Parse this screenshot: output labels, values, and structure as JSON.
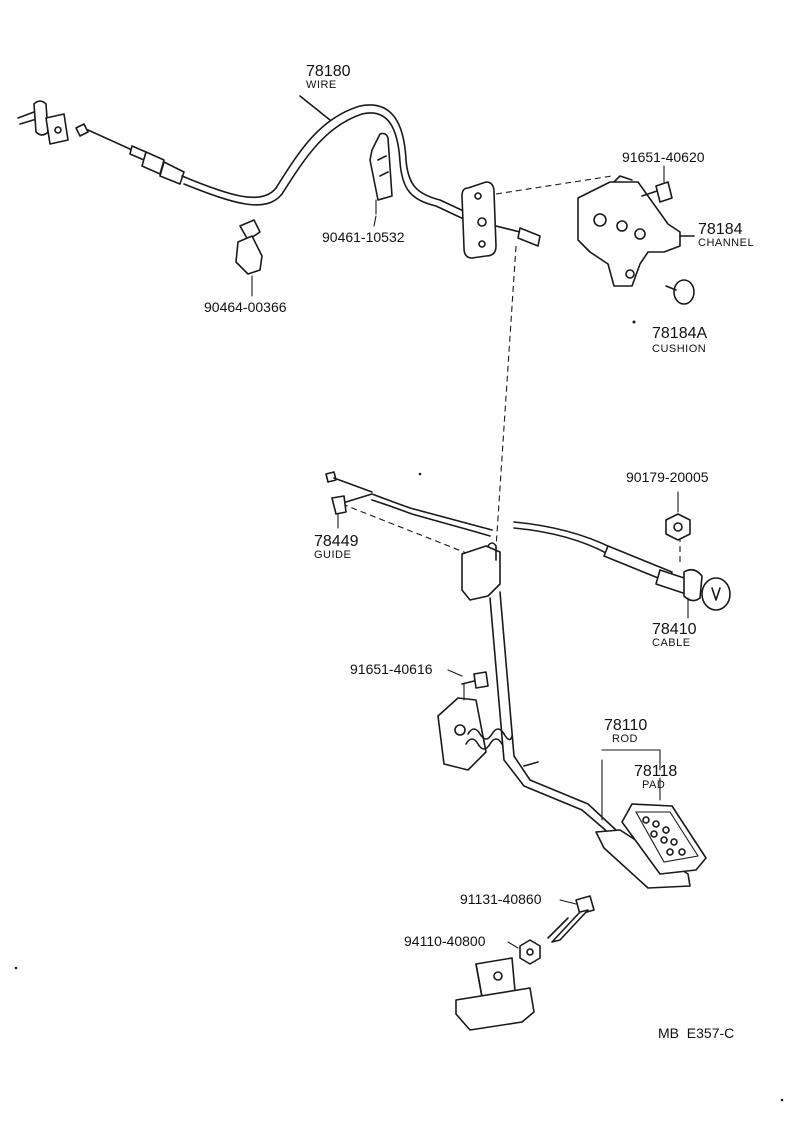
{
  "parts": {
    "wire": {
      "number": "78180",
      "name": "WIRE"
    },
    "clamp_a": {
      "number": "90461-10532"
    },
    "clamp_b": {
      "number": "90464-00366"
    },
    "bolt_channel": {
      "number": "91651-40620"
    },
    "channel": {
      "number": "78184",
      "name": "CHANNEL"
    },
    "cushion": {
      "number": "78184A",
      "name": "CUSHION"
    },
    "nut_cable": {
      "number": "90179-20005"
    },
    "guide": {
      "number": "78449",
      "name": "GUIDE"
    },
    "cable": {
      "number": "78410",
      "name": "CABLE"
    },
    "bolt_bracket": {
      "number": "91651-40616"
    },
    "rod": {
      "number": "78110",
      "name": "ROD"
    },
    "pad": {
      "number": "78118",
      "name": "PAD"
    },
    "bolt_stopper": {
      "number": "91131-40860"
    },
    "nut_stopper": {
      "number": "94110-40800"
    }
  },
  "footer": {
    "code": "MB  E357-C"
  }
}
